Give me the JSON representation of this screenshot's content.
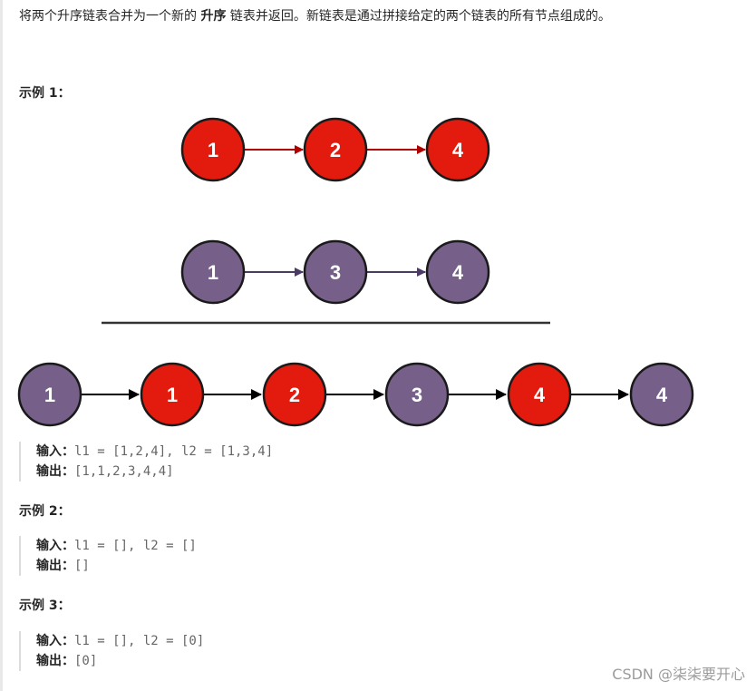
{
  "intro": {
    "before": "将两个升序链表合并为一个新的 ",
    "bold": "升序",
    "after": " 链表并返回。新链表是通过拼接给定的两个链表的所有节点组成的。"
  },
  "examples": [
    {
      "title": "示例 1：",
      "input_label": "输入：",
      "input_value": "l1 = [1,2,4], l2 = [1,3,4]",
      "output_label": "输出：",
      "output_value": "[1,1,2,3,4,4]"
    },
    {
      "title": "示例 2：",
      "input_label": "输入：",
      "input_value": "l1 = [], l2 = []",
      "output_label": "输出：",
      "output_value": "[]"
    },
    {
      "title": "示例 3：",
      "input_label": "输入：",
      "input_value": "l1 = [], l2 = [0]",
      "output_label": "输出：",
      "output_value": "[0]"
    }
  ],
  "diagram": {
    "list1": [
      "1",
      "2",
      "4"
    ],
    "list2": [
      "1",
      "3",
      "4"
    ],
    "merged": [
      {
        "value": "1",
        "source": "list2"
      },
      {
        "value": "1",
        "source": "list1"
      },
      {
        "value": "2",
        "source": "list1"
      },
      {
        "value": "3",
        "source": "list2"
      },
      {
        "value": "4",
        "source": "list1"
      },
      {
        "value": "4",
        "source": "list2"
      }
    ],
    "colors": {
      "list1_fill": "#e31a0e",
      "list2_fill": "#76608a",
      "node_stroke": "#1a1a1a",
      "list1_arrow": "#b00000",
      "list2_arrow": "#4b3a63",
      "merged_arrow": "#000000",
      "node_text": "#ffffff"
    }
  },
  "watermark": "CSDN @柒柒要开心"
}
